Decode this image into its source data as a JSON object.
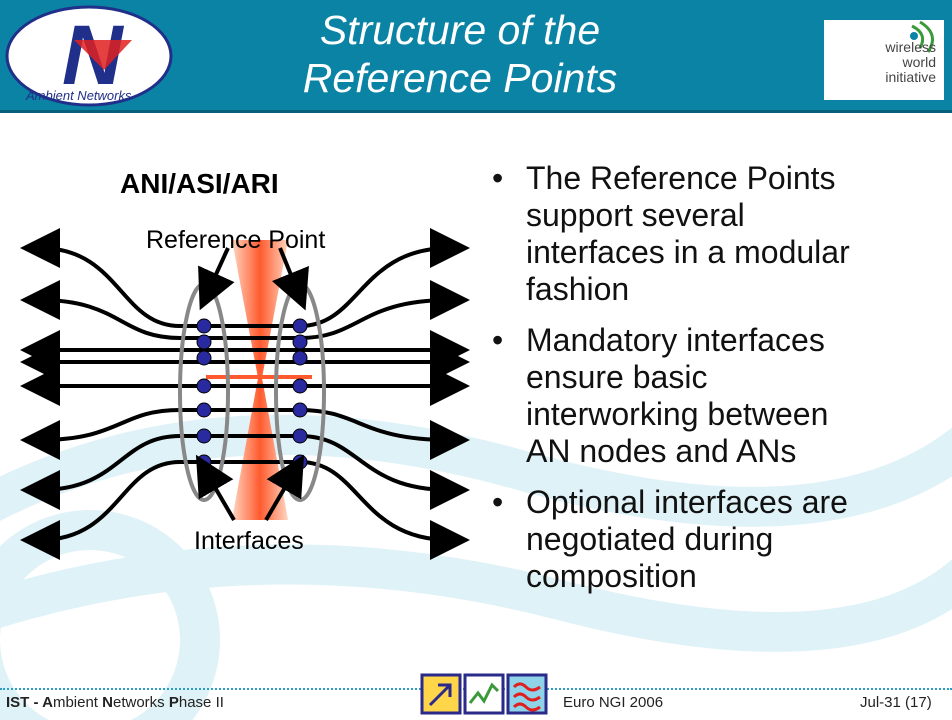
{
  "header": {
    "title_line1": "Structure of the",
    "title_line2": "Reference Points",
    "left_logo": {
      "letter": "N",
      "ring_text": "Ambient Networks"
    },
    "right_logo": {
      "line1": "wireless",
      "line2": "world",
      "line3": "initiative"
    }
  },
  "diagram": {
    "top_label": "ANI/ASI/ARI",
    "ref_label": "Reference Point",
    "interfaces_label": "Interfaces"
  },
  "bullets": [
    {
      "text": "The Reference Points support several interfaces in a modular fashion",
      "lines": [
        "The Reference Points",
        "support several",
        "interfaces in a modular",
        "fashion"
      ]
    },
    {
      "text": "Mandatory interfaces ensure basic interworking between AN nodes and ANs",
      "lines": [
        "Mandatory interfaces",
        "ensure basic",
        "interworking between",
        "AN nodes and ANs"
      ]
    },
    {
      "text": "Optional interfaces are negotiated during composition",
      "lines": [
        "Optional interfaces are",
        "negotiated during",
        "composition"
      ]
    }
  ],
  "footer": {
    "left_bold_1": "IST - A",
    "left_1": "mbient ",
    "left_bold_2": "N",
    "left_2": "etworks ",
    "left_bold_3": "P",
    "left_3": "hase II",
    "center": "Euro NGI 2006",
    "right": "Jul-31  (17)"
  },
  "colors": {
    "header": "#0a83a4",
    "accent_orange": "#ff5a2e",
    "node_fill": "#2a2aa0",
    "footer_line": "#2a9fc2"
  }
}
